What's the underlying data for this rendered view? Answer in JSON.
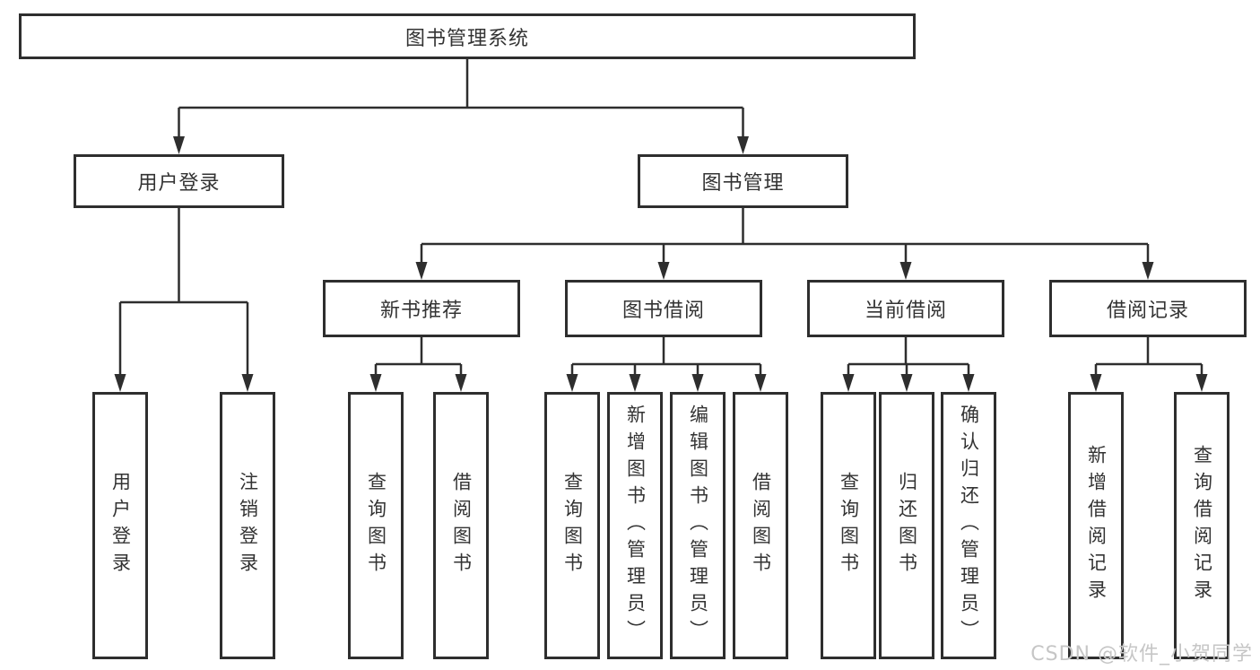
{
  "tree": {
    "root": "图书管理系统",
    "branches": [
      {
        "label": "用户登录",
        "children": [
          "用户登录",
          "注销登录"
        ]
      },
      {
        "label": "图书管理",
        "groups": [
          {
            "label": "新书推荐",
            "children": [
              "查询图书",
              "借阅图书"
            ]
          },
          {
            "label": "图书借阅",
            "children": [
              "查询图书",
              "新增图书（管理员）",
              "编辑图书（管理员）",
              "借阅图书"
            ]
          },
          {
            "label": "当前借阅",
            "children": [
              "查询图书",
              "归还图书",
              "确认归还（管理员）"
            ]
          },
          {
            "label": "借阅记录",
            "children": [
              "新增借阅记录",
              "查询借阅记录"
            ]
          }
        ]
      }
    ]
  },
  "watermark": {
    "text": "CSDN @软件_小贺同学"
  },
  "colors": {
    "line": "#2e2e2e",
    "box_border": "#2e2e2e",
    "box_fill": "#ffffff",
    "text": "#333333",
    "watermark": "#c6c6c6"
  }
}
